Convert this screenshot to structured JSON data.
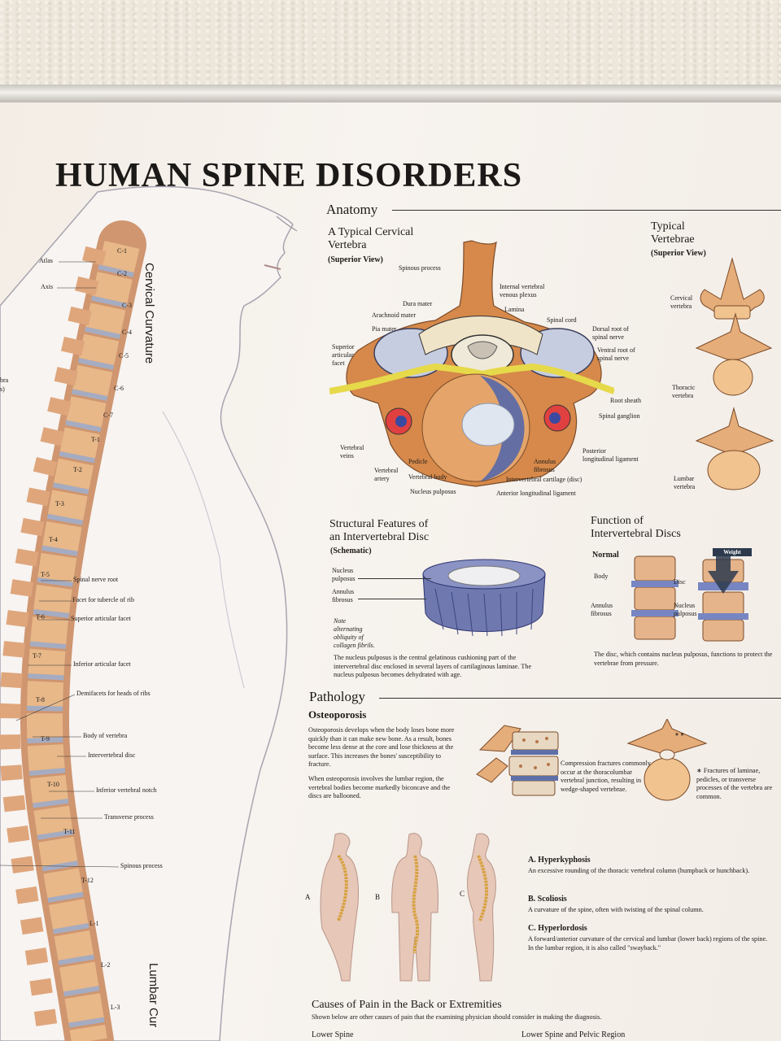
{
  "title": "HUMAN SPINE DISORDERS",
  "spine_labels": {
    "curve_cervical": "Cervical Curvature",
    "curve_lumbar": "Lumbar Cur",
    "edge_text": "bra\ns)",
    "left": [
      "Atlas",
      "Axis"
    ],
    "vertebrae": [
      "C-1",
      "C-2",
      "C-3",
      "C-4",
      "C-5",
      "C-6",
      "C-7",
      "T-1",
      "T-2",
      "T-3",
      "T-4",
      "T-5",
      "T-6",
      "T-7",
      "T-8",
      "T-9",
      "T-10",
      "T-11",
      "T-12",
      "L-1",
      "L-2",
      "L-3"
    ],
    "parts": [
      "Spinal nerve root",
      "Facet for tubercle of rib",
      "Superior articular facet",
      "Inferior articular facet",
      "Demifacets for heads of ribs",
      "Body of vertebra",
      "Intervertebral disc",
      "Inferior vertebral notch",
      "Transverse process",
      "Spinous process"
    ]
  },
  "anatomy": {
    "heading": "Anatomy",
    "cervical_title": "A Typical Cervical\nVertebra",
    "cervical_view": "(Superior View)",
    "cervical_labels": [
      "Spinous process",
      "Internal vertebral\nvenous plexus",
      "Dura mater",
      "Arachnoid mater",
      "Lamina",
      "Pia mater",
      "Spinal cord",
      "Dorsal root of\nspinal nerve",
      "Superior\narticular\nfacet",
      "Ventral root of\nspinal nerve",
      "Root sheath",
      "Spinal ganglion",
      "Vertebral\nveins",
      "Pedicle",
      "Annulus\nfibrosus",
      "Posterior\nlongitudinal ligament",
      "Vertebral\nartery",
      "Vertebral body",
      "Intervertebral cartilage (disc)",
      "Nucleus pulposus",
      "Anterior longitudinal ligament"
    ],
    "typical_title": "Typical\nVertebrae",
    "typical_view": "(Superior View)",
    "typical_labels": [
      "Cervical\nvertebra",
      "Thoracic\nvertebra",
      "Lumbar\nvertebra"
    ]
  },
  "disc": {
    "title": "Structural Features of\nan Intervertebral Disc",
    "schematic": "(Schematic)",
    "labels": [
      "Nucleus\npulposus",
      "Annulus\nfibrosus"
    ],
    "note": "Note\nalternating\nobliquity of\ncollagen fibrils.",
    "caption": "The nucleus pulposus is the central gelatinous cushioning part of the intervertebral disc enclosed in several layers of cartilaginous laminae. The nucleus pulposus becomes dehydrated with age."
  },
  "function": {
    "title": "Function of\nIntervertebral Discs",
    "normal": "Normal",
    "weight": "Weight",
    "labels": [
      "Body",
      "Disc",
      "Annulus\nfibrosus",
      "Nucleus\npulposus"
    ],
    "caption": "The disc, which contains nucleus pulposus, functions to protect the vertebrae from pressure."
  },
  "pathology": {
    "heading": "Pathology",
    "osteo_title": "Osteoporosis",
    "osteo_p1": "Osteoporosis develops when the body loses bone more quickly than it can make new bone. As a result, bones become less dense at the core and lose thickness at the surface. This increases the bones' susceptibility to fracture.",
    "osteo_p2": "When osteoporosis involves the lumbar region, the vertebral bodies become markedly biconcave and the discs are ballooned.",
    "compression": "Compression fractures commonly occur at the thoracolumbar vertebral junction, resulting in wedge-shaped vertebrae.",
    "fractures": "∗ Fractures of laminae, pedicles, or transverse processes of the vertebra are common."
  },
  "curvatures": {
    "fig_labels": [
      "A",
      "B",
      "C"
    ],
    "a_title": "A. Hyperkyphosis",
    "a_text": "An excessive rounding of the thoracic vertebral column (humpback or hunchback).",
    "b_title": "B. Scoliosis",
    "b_text": "A curvature of the spine, often with twisting of the spinal column.",
    "c_title": "C. Hyperlordosis",
    "c_text": "A forward/anterior curvature of the cervical and lumbar (lower back) regions of the spine. In the lumbar region, it is also called \"swayback.\""
  },
  "causes": {
    "title": "Causes of Pain in the Back or Extremities",
    "subtitle": "Shown below are other causes of pain that the examining physician should consider in making the diagnosis.",
    "col1": "Lower Spine",
    "col2": "Lower Spine and Pelvic Region"
  },
  "colors": {
    "bone": "#e9b486",
    "bone_dark": "#b6764d",
    "disc": "#7a8ab8",
    "nerve": "#e6d94a",
    "text": "#1c1a18"
  }
}
